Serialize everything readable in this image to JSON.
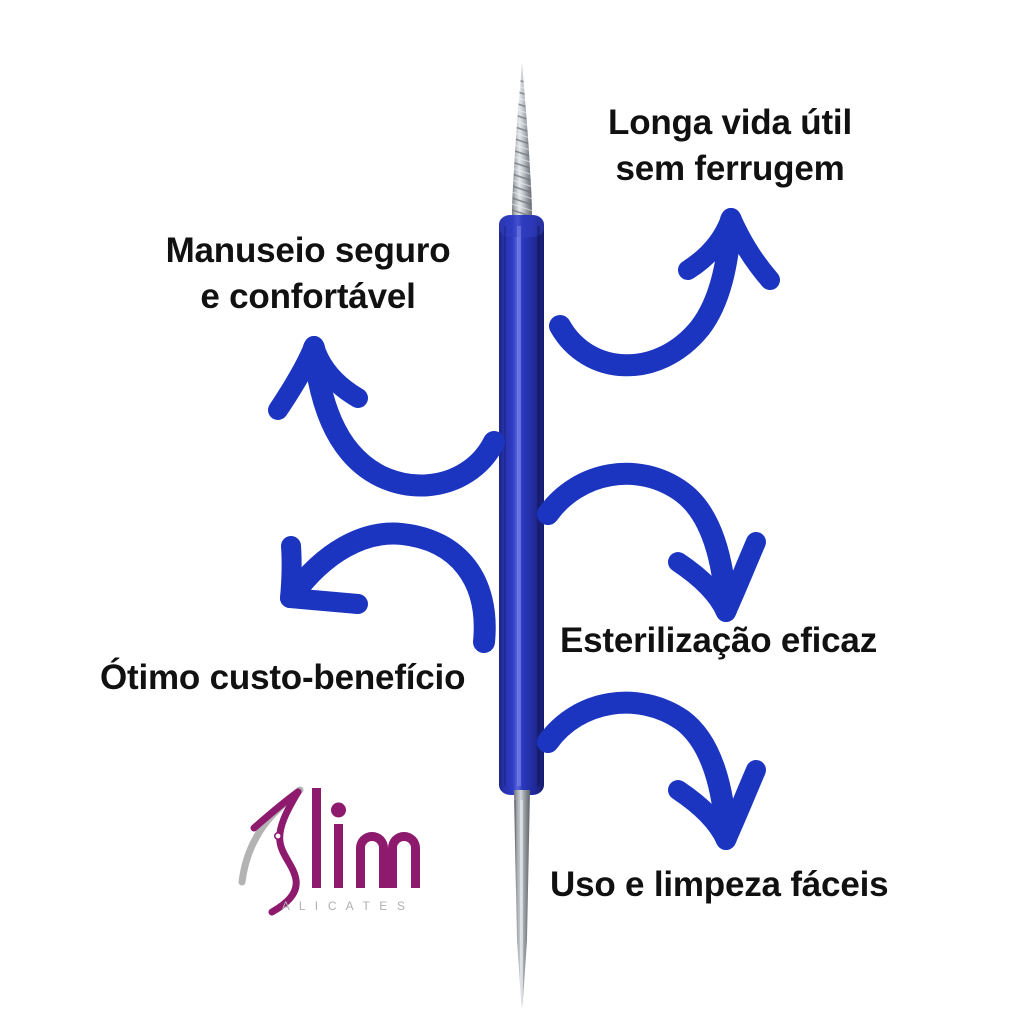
{
  "page": {
    "background_color": "#ffffff",
    "language": "pt-BR",
    "accent_blue": "#1B35C0",
    "text_color": "#111111"
  },
  "callouts": [
    {
      "id": "longa-vida",
      "text": "Longa vida útil\nsem ferrugem",
      "align": "center"
    },
    {
      "id": "manuseio",
      "text": "Manuseio seguro\ne confortável",
      "align": "center"
    },
    {
      "id": "custo",
      "text": "Ótimo custo-benefício",
      "align": "left"
    },
    {
      "id": "esterilizacao",
      "text": "Esterilização eficaz",
      "align": "left"
    },
    {
      "id": "uso-limpeza",
      "text": "Uso e limpeza fáceis",
      "align": "left"
    }
  ],
  "arrows": {
    "color": "#1B35C0",
    "items": [
      {
        "id": "arrow-longa-vida",
        "direction": "up-right",
        "points_to": "longa-vida"
      },
      {
        "id": "arrow-manuseio",
        "direction": "up-left",
        "points_to": "manuseio"
      },
      {
        "id": "arrow-custo",
        "direction": "down-left",
        "points_to": "custo"
      },
      {
        "id": "arrow-esteril",
        "direction": "down-right",
        "points_to": "esterilizacao"
      },
      {
        "id": "arrow-uso",
        "direction": "down-right",
        "points_to": "uso-limpeza"
      }
    ]
  },
  "product": {
    "name": "cutter-tool",
    "handle_color": "#2430A8",
    "handle_highlight_color": "#5866D8",
    "metal_color": "#9aa0a6",
    "top_tip": "spiral-textured-carbide-bur",
    "bottom_tip": "smooth-tapered-point"
  },
  "logo": {
    "wordmark": "lim",
    "s_glyph": "pliers-s",
    "tagline": "A L I C A T E S",
    "brand_name": "Slim Alicates",
    "purple": "#8E1A6E",
    "gray": "#B3B3B3"
  }
}
